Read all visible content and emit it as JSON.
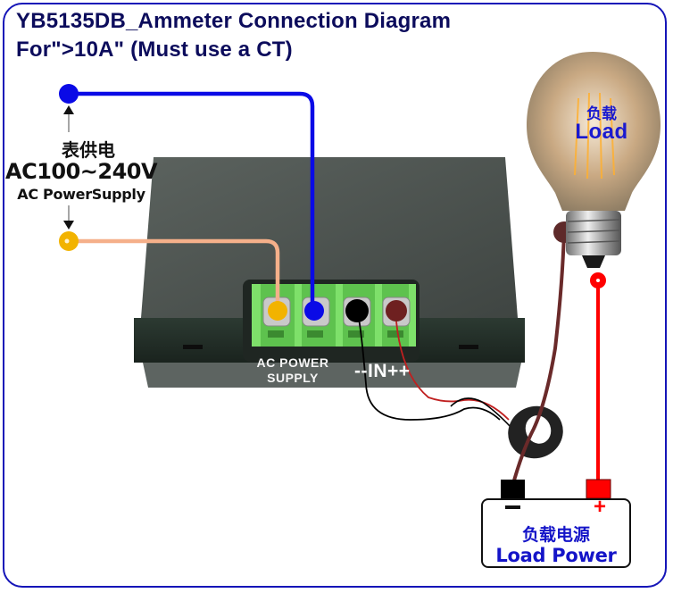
{
  "title": {
    "line1": "YB5135DB_Ammeter Connection Diagram",
    "line2": "For\">10A\" (Must use a CT)"
  },
  "supply": {
    "label_cn": "表供电",
    "voltage": "AC100~240V",
    "label_en": "AC PowerSupply"
  },
  "meter": {
    "ac_terminal_label_line1": "AC POWER",
    "ac_terminal_label_line2": "SUPPLY",
    "input_terminal_label": "--IN++",
    "terminals": [
      {
        "name": "ac-l",
        "color": "#f2b300"
      },
      {
        "name": "ac-n",
        "color": "#0a0ae6"
      },
      {
        "name": "in-neg",
        "color": "#000000"
      },
      {
        "name": "in-pos",
        "color": "#6e2020"
      }
    ]
  },
  "load": {
    "label_cn": "负载",
    "label_en": "Load"
  },
  "load_power": {
    "label_cn": "负载电源",
    "label_en": "Load Power",
    "negative_symbol": "−",
    "positive_symbol": "+"
  },
  "colors": {
    "frame": "#1515b8",
    "title_text": "#0c0c5c",
    "wire_blue": "#0a0ae6",
    "wire_orange": "#f5b08a",
    "dot_yellow": "#f2b300",
    "wire_brown": "#6a2a2a",
    "wire_red": "#ff0000",
    "label_blue": "#1a1ad0"
  }
}
